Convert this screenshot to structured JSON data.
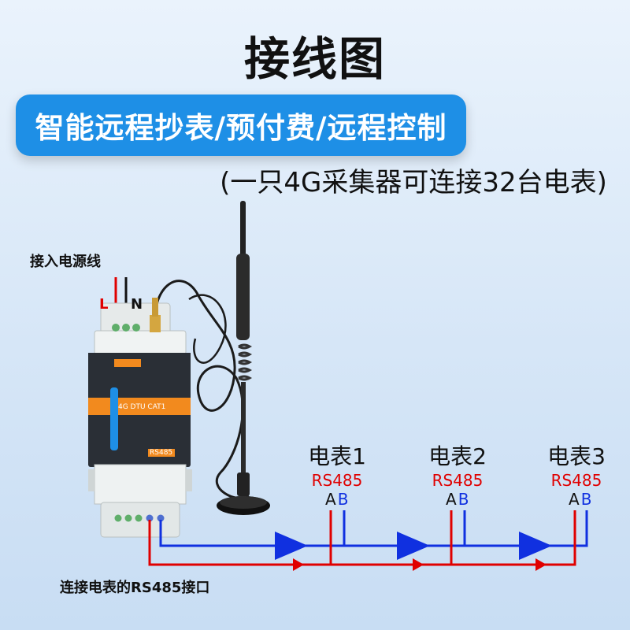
{
  "title": "接线图",
  "banner": "智能远程抄表/预付费/远程控制",
  "subtitle": "(一只4G采集器可连接32台电表)",
  "power": {
    "label": "接入电源线",
    "l": "L",
    "n": "N"
  },
  "device": {
    "model": "4G DTU CAT1",
    "sub": "RS485"
  },
  "meters": [
    {
      "name": "电表1",
      "bus": "RS485",
      "a": "A",
      "b": "B"
    },
    {
      "name": "电表2",
      "bus": "RS485",
      "a": "A",
      "b": "B"
    },
    {
      "name": "电表3",
      "bus": "RS485",
      "a": "A",
      "b": "B"
    }
  ],
  "bottom_label": "连接电表的RS485接口",
  "colors": {
    "banner": "#1e8fe6",
    "wire_a": "#e00000",
    "wire_b": "#1030e0",
    "device_body": "#eef2f2",
    "device_panel": "#2a2f36",
    "device_stripe": "#f28a1e"
  }
}
